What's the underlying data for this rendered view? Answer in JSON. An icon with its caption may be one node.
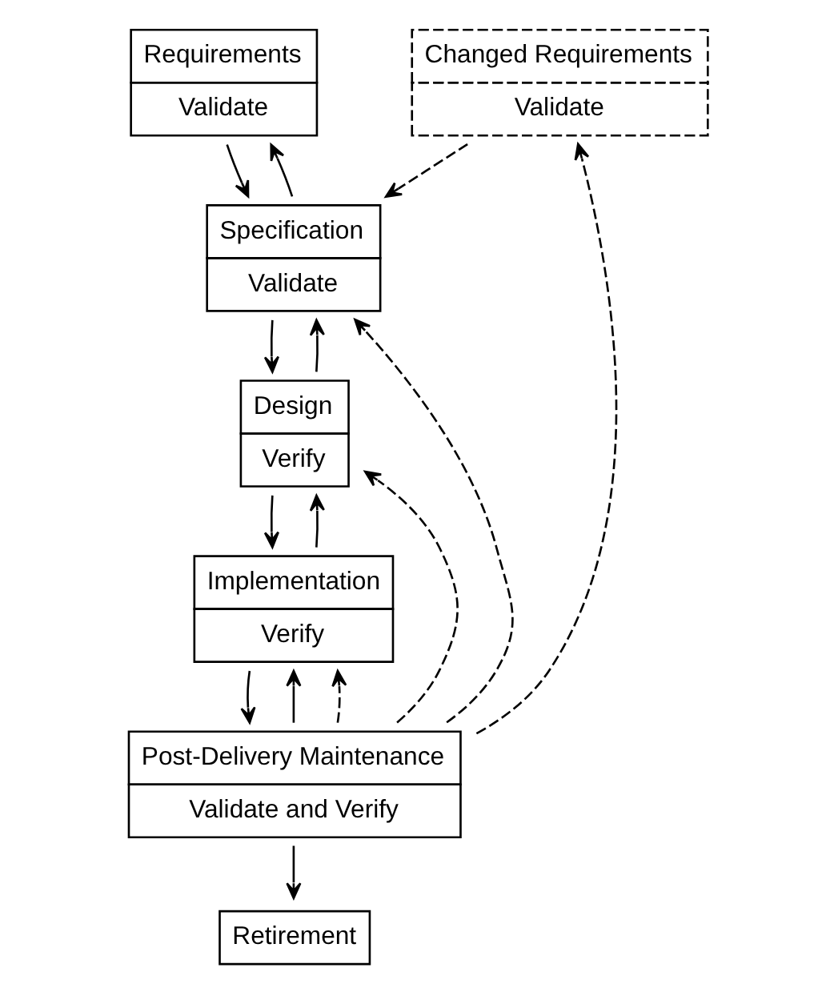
{
  "diagram": {
    "nodes": [
      {
        "text": [
          "Requirements",
          "Validate"
        ]
      },
      {
        "text": [
          "Changed Requirements",
          "Validate"
        ]
      },
      {
        "text": [
          "Specification",
          "Validate"
        ]
      },
      {
        "text": [
          "Design",
          "Verify"
        ]
      },
      {
        "text": [
          "Implementation",
          "Verify"
        ]
      },
      {
        "text": [
          "Post-Delivery Maintenance",
          "Validate and Verify"
        ]
      },
      {
        "text": [
          "Retirement"
        ]
      }
    ],
    "edges": [
      {
        "from": 0,
        "to": 2,
        "arrow": "to"
      },
      {
        "from": 2,
        "to": 0,
        "arrow": "to"
      },
      {
        "from": 1,
        "to": 2,
        "arrow": "to",
        "style": "dashed"
      },
      {
        "from": 2,
        "to": 3,
        "arrow": "to"
      },
      {
        "from": 3,
        "to": 2,
        "arrow": "to"
      },
      {
        "from": 3,
        "to": 4,
        "arrow": "to"
      },
      {
        "from": 4,
        "to": 3,
        "arrow": "to"
      },
      {
        "from": 4,
        "to": 5,
        "arrow": "to"
      },
      {
        "from": 5,
        "to": 4,
        "arrow": "to"
      },
      {
        "from": 5,
        "to": 6,
        "arrow": "to"
      },
      {
        "from": 5,
        "to": 1,
        "arrow": "to",
        "style": "dashed"
      },
      {
        "from": 5,
        "to": 2,
        "arrow": "to",
        "style": "dashed"
      },
      {
        "from": 5,
        "to": 3,
        "arrow": "to",
        "style": "dashed"
      },
      {
        "from": 5,
        "to": 4,
        "arrow": "to",
        "style": "dashed"
      }
    ]
  }
}
